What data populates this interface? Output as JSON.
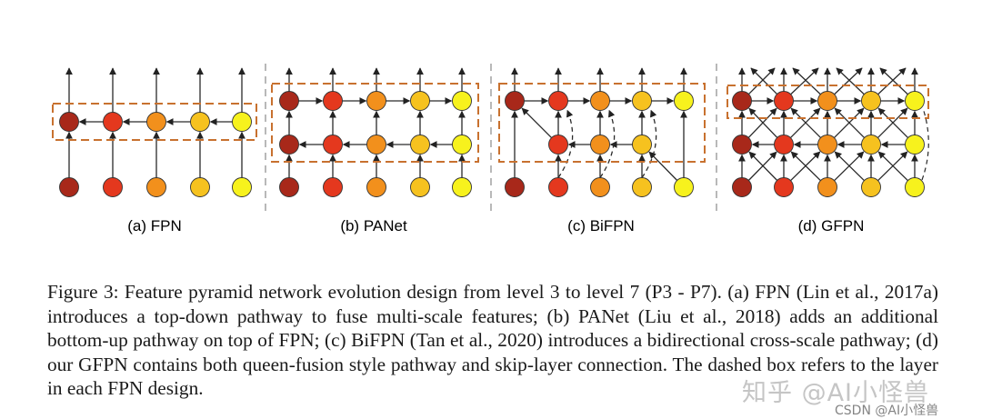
{
  "panels": [
    {
      "id": "fpn",
      "label": "(a) FPN"
    },
    {
      "id": "panet",
      "label": "(b) PANet"
    },
    {
      "id": "bifpn",
      "label": "(c) BiFPN"
    },
    {
      "id": "gfpn",
      "label": "(d) GFPN"
    }
  ],
  "level_colors": [
    "#a8281a",
    "#e4381e",
    "#f2901c",
    "#f6c21f",
    "#f7f21d"
  ],
  "box_color": "#c8712f",
  "caption": [
    "Figure 3: Feature pyramid network evolution design from level 3 to level 7 (P3 - P7). (a) FPN (Lin",
    "et al., 2017a) introduces a top-down pathway to fuse multi-scale features; (b) PANet (Liu et al.,",
    "2018) adds an additional bottom-up pathway on top of FPN; (c) BiFPN (Tan et al., 2020) introduces",
    "a bidirectional cross-scale pathway; (d) our GFPN contains both queen-fusion style pathway and",
    "skip-layer connection. The dashed box refers to the layer in each FPN design."
  ],
  "watermark": {
    "main": "知乎 @AI小怪兽",
    "csdn": "CSDN @AI小怪兽"
  }
}
